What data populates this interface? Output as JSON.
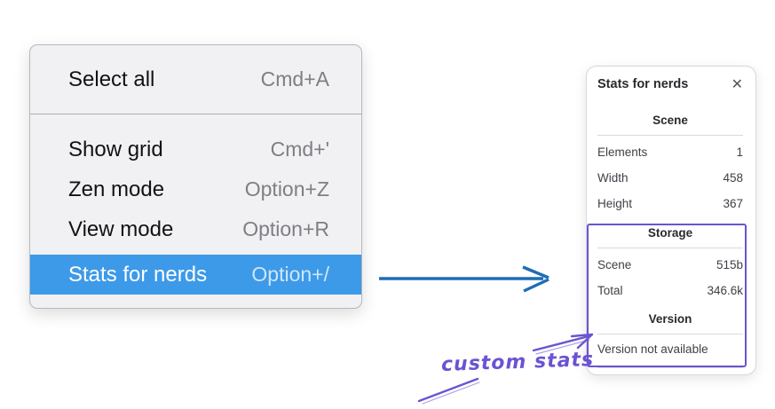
{
  "menu": {
    "items": [
      {
        "label": "Select all",
        "shortcut": "Cmd+A"
      },
      {
        "label": "Show grid",
        "shortcut": "Cmd+'"
      },
      {
        "label": "Zen mode",
        "shortcut": "Option+Z"
      },
      {
        "label": "View mode",
        "shortcut": "Option+R"
      },
      {
        "label": "Stats for nerds",
        "shortcut": "Option+/"
      }
    ]
  },
  "stats_panel": {
    "title": "Stats for nerds",
    "close_icon": "✕",
    "sections": [
      {
        "heading": "Scene",
        "rows": [
          {
            "label": "Elements",
            "value": "1"
          },
          {
            "label": "Width",
            "value": "458"
          },
          {
            "label": "Height",
            "value": "367"
          }
        ]
      },
      {
        "heading": "Storage",
        "rows": [
          {
            "label": "Scene",
            "value": "515b"
          },
          {
            "label": "Total",
            "value": "346.6k"
          }
        ]
      },
      {
        "heading": "Version",
        "rows": []
      }
    ],
    "version_note": "Version not available"
  },
  "annotations": {
    "label": "custom stats"
  },
  "colors": {
    "highlight_blue": "#3d9ae8",
    "arrow_blue": "#1e6db6",
    "purple": "#6b53d2"
  }
}
